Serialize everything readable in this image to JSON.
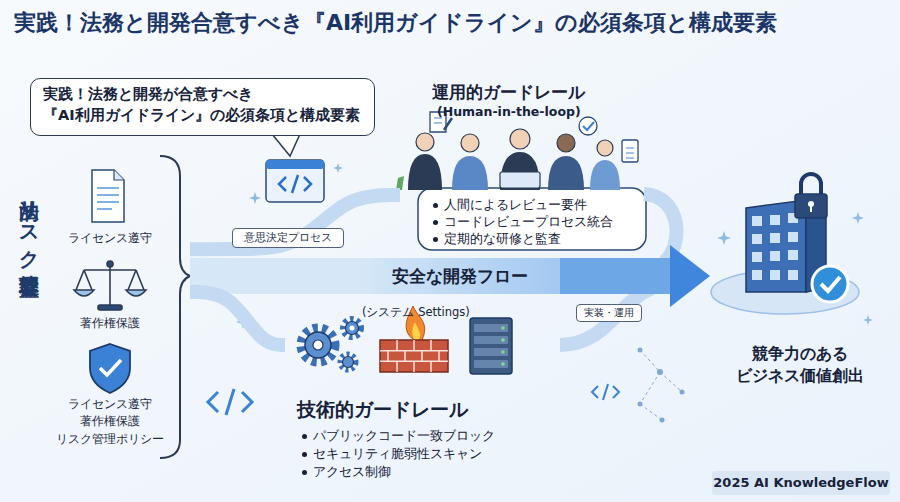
{
  "diagram": {
    "title": "実践！法務と開発合意すべき『AI利用ガイドライン』の必須条項と構成要素",
    "nodes": [
      {
        "text": [
          "法的リスク管理基盤"
        ]
      },
      {
        "text": [
          "ライセンス遵守"
        ],
        "in": 0
      },
      {
        "text": [
          "著作権保護"
        ],
        "in": 0
      },
      {
        "text": [
          "ライセンス遵守 著作権保護 リスク管理ポリシー"
        ],
        "in": 0
      },
      {
        "text": [
          "実践！法務と開発が合意すべき 『AI利用ガイドライン』の必須条項と構成要素"
        ]
      },
      {
        "text": [
          "意思決定プロセス"
        ]
      },
      {
        "text": [
          "運用的ガードレール",
          "(Human-in-the-loop)",
          "人間によるレビュー要件",
          "コードレビュープロセス統合",
          "定期的な研修と監査"
        ]
      },
      {
        "text": [
          "安全な開発フロー"
        ]
      },
      {
        "text": [
          "実装・運用"
        ]
      },
      {
        "text": [
          "技術的ガードレール",
          "パブリックコード一致ブロック",
          "セキュリティ脆弱性スキャン",
          "アクセス制御"
        ]
      },
      {
        "text": [
          "競争力のある ビジネス価値創出"
        ]
      }
    ],
    "edges": [
      {
        "from": 0,
        "to": 6,
        "arrow": "none"
      },
      {
        "from": 0,
        "to": 7,
        "arrow": "none"
      },
      {
        "from": 0,
        "to": 9,
        "arrow": "none"
      },
      {
        "from": 7,
        "to": 10,
        "arrow": "to"
      }
    ],
    "labels": [
      "(システム Settings)",
      "2025 AI KnowledgeFlow"
    ]
  }
}
